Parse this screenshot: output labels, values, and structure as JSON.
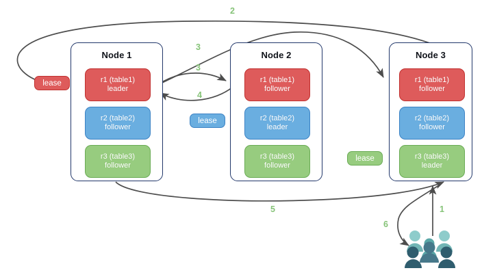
{
  "diagram": {
    "title": "Raft multi-node replica lease diagram",
    "colors": {
      "red": "#de5b5b",
      "red_border": "#c0302f",
      "blue": "#6aaee0",
      "blue_border": "#3c82c4",
      "green": "#97cc7f",
      "green_border": "#6aab55",
      "node_border": "#21376a",
      "arrow": "#4d4d4d",
      "step_label": "#86c378",
      "people_light": "#72b5b5",
      "people_lightest": "#8ecccb",
      "people_dark": "#2f5d6e",
      "people_mid": "#46788a"
    },
    "background": "#ffffff"
  },
  "nodes": [
    {
      "title": "Node 1",
      "replicas": [
        {
          "line1": "r1 (table1)",
          "line2": "leader",
          "color": "red"
        },
        {
          "line1": "r2 (table2)",
          "line2": "follower",
          "color": "blue"
        },
        {
          "line1": "r3 (table3)",
          "line2": "follower",
          "color": "green"
        }
      ]
    },
    {
      "title": "Node 2",
      "replicas": [
        {
          "line1": "r1 (table1)",
          "line2": "follower",
          "color": "red"
        },
        {
          "line1": "r2 (table2)",
          "line2": "leader",
          "color": "blue"
        },
        {
          "line1": "r3 (table3)",
          "line2": "follower",
          "color": "green"
        }
      ]
    },
    {
      "title": "Node 3",
      "replicas": [
        {
          "line1": "r1 (table1)",
          "line2": "follower",
          "color": "red"
        },
        {
          "line1": "r2 (table2)",
          "line2": "follower",
          "color": "blue"
        },
        {
          "line1": "r3 (table3)",
          "line2": "leader",
          "color": "green"
        }
      ]
    }
  ],
  "leases": [
    {
      "label": "lease",
      "color": "red"
    },
    {
      "label": "lease",
      "color": "blue"
    },
    {
      "label": "lease",
      "color": "green"
    }
  ],
  "steps": [
    {
      "id": "1",
      "label": "1",
      "from": "clients",
      "to": "node3-r1"
    },
    {
      "id": "2",
      "label": "2",
      "from": "node3-area",
      "to": "lease-red"
    },
    {
      "id": "3a",
      "label": "3",
      "from": "node1-r1",
      "to": "node3-r1"
    },
    {
      "id": "3b",
      "label": "3",
      "from": "node1-r1",
      "to": "node2-r1"
    },
    {
      "id": "4",
      "label": "4",
      "from": "node2-r1",
      "to": "node1-r1"
    },
    {
      "id": "5",
      "label": "5",
      "from": "node1-bottom",
      "to": "node3-bottom"
    },
    {
      "id": "6",
      "label": "6",
      "from": "node3-bottom",
      "to": "clients"
    }
  ],
  "clients": {
    "icon": "people-group-icon",
    "rows": 2,
    "count": 6
  }
}
